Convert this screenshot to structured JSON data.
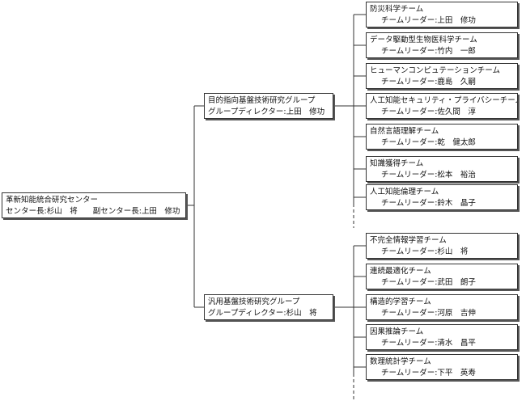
{
  "root": {
    "line1": "革新知能統合研究センター",
    "line2": "センター長:杉山　将　　副センター長:上田　修功"
  },
  "groups": [
    {
      "line1": "目的指向基盤技術研究グループ",
      "line2": "グループディレクター:上田　修功",
      "teams": [
        {
          "name": "防災科学チーム",
          "leader": "チームリーダー:上田　修功"
        },
        {
          "name": "データ駆動型生物医科学チーム",
          "leader": "チームリーダー:竹内　一郎"
        },
        {
          "name": "ヒューマンコンピュテーションチーム",
          "leader": "チームリーダー:鹿島　久嗣"
        },
        {
          "name": "人工知能セキュリティ・プライバシーチーム",
          "leader": "チームリーダー:佐久間　淳"
        },
        {
          "name": "自然言語理解チーム",
          "leader": "チームリーダー:乾　健太郎"
        },
        {
          "name": "知識獲得チーム",
          "leader": "チームリーダー:松本　裕治"
        },
        {
          "name": "人工知能倫理チーム",
          "leader": "チームリーダー:鈴木　晶子"
        }
      ]
    },
    {
      "line1": "汎用基盤技術研究グループ",
      "line2": "グループディレクター:杉山　将",
      "teams": [
        {
          "name": "不完全情報学習チーム",
          "leader": "チームリーダー:杉山　将"
        },
        {
          "name": "連続最適化チーム",
          "leader": "チームリーダー:武田　朗子"
        },
        {
          "name": "構造的学習チーム",
          "leader": "チームリーダー:河原　吉伸"
        },
        {
          "name": "因果推論チーム",
          "leader": "チームリーダー:清水　昌平"
        },
        {
          "name": "数理統計学チーム",
          "leader": "チームリーダー:下平　英寿"
        }
      ]
    }
  ]
}
